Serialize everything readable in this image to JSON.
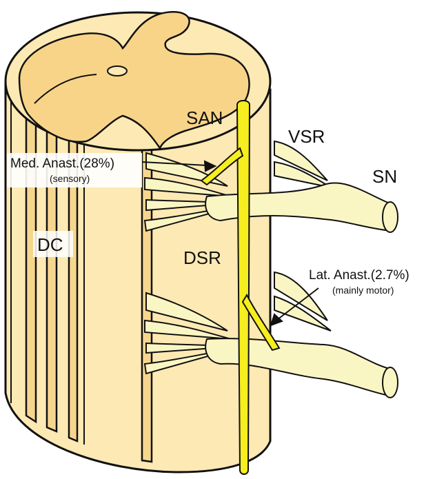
{
  "labels": {
    "san": "SAN",
    "vsr": "VSR",
    "sn": "SN",
    "dc": "DC",
    "dsr": "DSR",
    "med_anast": "Med. Anast.(28%)",
    "med_anast_sub": "(sensory)",
    "lat_anast": "Lat. Anast.(2.7%)",
    "lat_anast_sub": "(mainly motor)"
  },
  "colors": {
    "cord_fill": "#fde9b3",
    "gray_matter": "#f8d489",
    "column_stripe": "#f6d68e",
    "nerve_fill": "#faf6c4",
    "accessory_nerve": "#f6ee1e",
    "outline": "#111111"
  }
}
